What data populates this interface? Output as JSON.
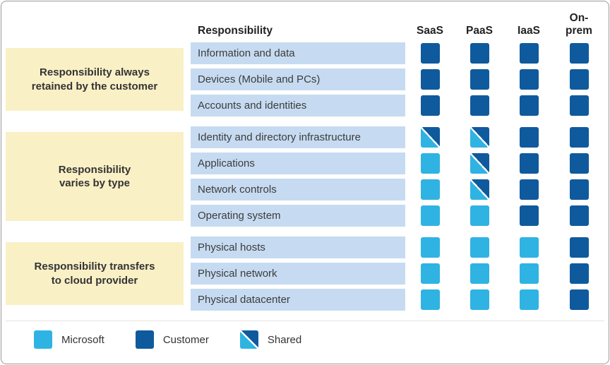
{
  "header": {
    "responsibility_label": "Responsibility",
    "columns": [
      "SaaS",
      "PaaS",
      "IaaS",
      "On-prem"
    ]
  },
  "groups": [
    {
      "band_label": "Responsibility always\nretained by the customer",
      "rows": [
        {
          "label": "Information and data",
          "cells": [
            "customer",
            "customer",
            "customer",
            "customer"
          ]
        },
        {
          "label": "Devices (Mobile and PCs)",
          "cells": [
            "customer",
            "customer",
            "customer",
            "customer"
          ]
        },
        {
          "label": "Accounts and identities",
          "cells": [
            "customer",
            "customer",
            "customer",
            "customer"
          ]
        }
      ]
    },
    {
      "band_label": "Responsibility\nvaries by type",
      "rows": [
        {
          "label": "Identity and directory infrastructure",
          "cells": [
            "shared",
            "shared",
            "customer",
            "customer"
          ]
        },
        {
          "label": "Applications",
          "cells": [
            "microsoft",
            "shared",
            "customer",
            "customer"
          ]
        },
        {
          "label": "Network controls",
          "cells": [
            "microsoft",
            "shared",
            "customer",
            "customer"
          ]
        },
        {
          "label": "Operating system",
          "cells": [
            "microsoft",
            "microsoft",
            "customer",
            "customer"
          ]
        }
      ]
    },
    {
      "band_label": "Responsibility transfers\nto cloud provider",
      "rows": [
        {
          "label": "Physical hosts",
          "cells": [
            "microsoft",
            "microsoft",
            "microsoft",
            "customer"
          ]
        },
        {
          "label": "Physical network",
          "cells": [
            "microsoft",
            "microsoft",
            "microsoft",
            "customer"
          ]
        },
        {
          "label": "Physical datacenter",
          "cells": [
            "microsoft",
            "microsoft",
            "microsoft",
            "customer"
          ]
        }
      ]
    }
  ],
  "legend": [
    {
      "label": "Microsoft",
      "kind": "microsoft"
    },
    {
      "label": "Customer",
      "kind": "customer"
    },
    {
      "label": "Shared",
      "kind": "shared"
    }
  ],
  "colors": {
    "microsoft": "#2fb3e3",
    "customer": "#0f5a9d",
    "band_bg": "#faf0c6",
    "row_bg": "#c6dbf1"
  }
}
